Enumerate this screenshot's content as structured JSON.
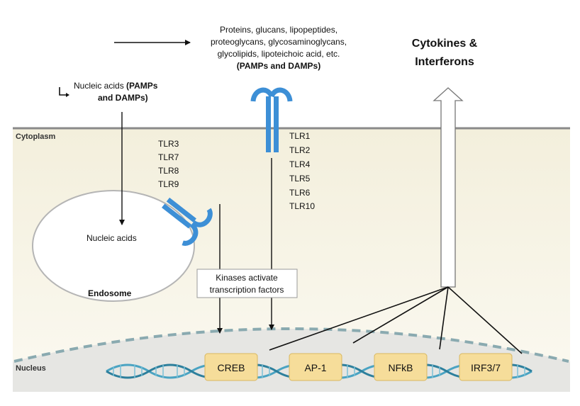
{
  "top_text": {
    "lines": [
      "Proteins, glucans, lipopeptides,",
      "proteoglycans, glycosaminoglycans,",
      "glycolipids, lipoteichoic acid, etc."
    ],
    "bold_line": "(PAMPs and DAMPs)"
  },
  "nucleic_top": {
    "line1_plain": "Nucleic acids ",
    "line1_bold": "(PAMPs",
    "line2_bold": "and DAMPs)"
  },
  "output": {
    "line1": "Cytokines &",
    "line2": "Interferons"
  },
  "regions": {
    "cytoplasm": "Cytoplasm",
    "nucleus": "Nucleus"
  },
  "endosome": {
    "label": "Endosome",
    "content_label": "Nucleic acids"
  },
  "tlr_endosomal": [
    "TLR3",
    "TLR7",
    "TLR8",
    "TLR9"
  ],
  "tlr_surface": [
    "TLR1",
    "TLR2",
    "TLR4",
    "TLR5",
    "TLR6",
    "TLR10"
  ],
  "kinase_box": {
    "line1": "Kinases activate",
    "line2": "transcription factors"
  },
  "transcription_factors": [
    "CREB",
    "AP-1",
    "NFkB",
    "IRF3/7"
  ],
  "colors": {
    "receptor": "#3d8fd6",
    "tf_fill": "#f6dd9a",
    "tf_stroke": "#d9b860",
    "cytoplasm": "#f7f4e7",
    "membrane": "#8a8a8a",
    "dna": "#4aa3c2",
    "nucleus": "#e6e6e3"
  }
}
